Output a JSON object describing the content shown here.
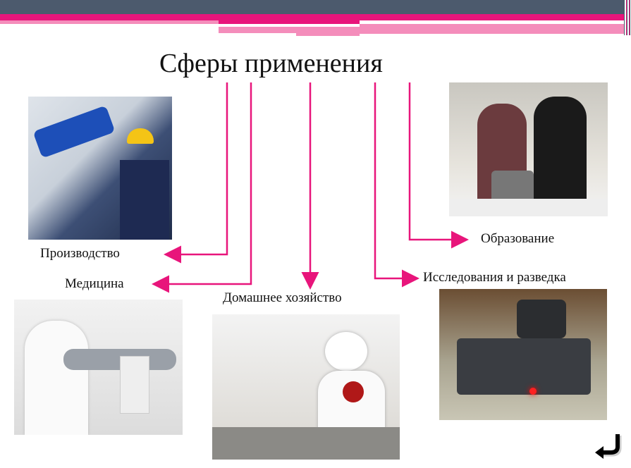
{
  "slide": {
    "title": "Сферы применения",
    "labels": {
      "manufacturing": "Производство",
      "medicine": "Медицина",
      "household": "Домашнее хозяйство",
      "research": "Исследования и разведка",
      "education": "Образование"
    }
  },
  "colors": {
    "header_dark": "#4c5a6d",
    "accent": "#e8157b",
    "accent_light": "#f48dbb"
  },
  "icons": {
    "return": "return-arrow-icon"
  }
}
